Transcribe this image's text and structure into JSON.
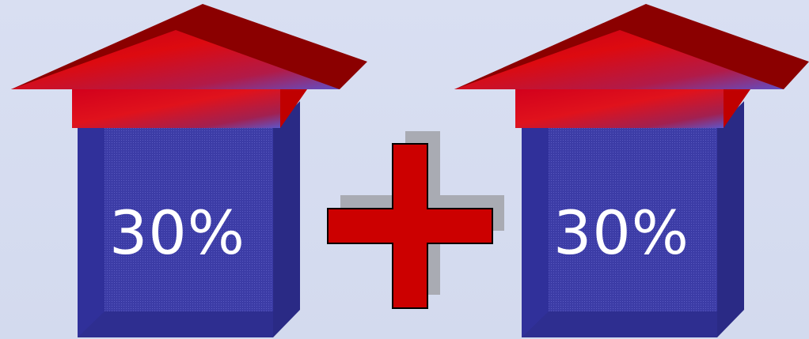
{
  "colors": {
    "background": "#d5dcef",
    "box_front": "#33339a",
    "box_side": "#2a2a85",
    "roof_dark": "#8b0000",
    "roof_light": "#cc0000",
    "roof_fade": "#6a4cc4",
    "plus_fill": "#cc0000",
    "plus_shadow": "#a9abb3"
  },
  "diagram": {
    "left_block": {
      "label": "30%",
      "icon": "house-up-arrow-icon"
    },
    "operator": {
      "symbol": "plus",
      "icon": "plus-icon"
    },
    "right_block": {
      "label": "30%",
      "icon": "house-up-arrow-icon"
    }
  }
}
